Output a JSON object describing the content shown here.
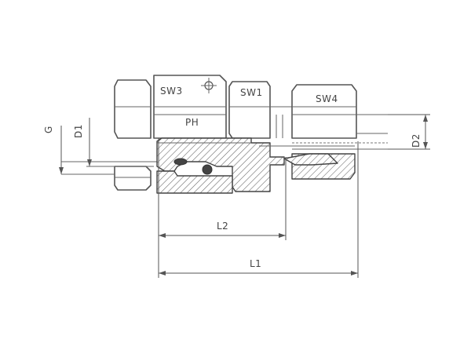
{
  "labels": {
    "sw3": "SW3",
    "sw1": "SW1",
    "sw4": "SW4",
    "ph": "PH",
    "g": "G",
    "d1": "D1",
    "d2": "D2",
    "l1": "L1",
    "l2": "L2"
  },
  "colors": {
    "line": "#555555",
    "hatch": "#666666",
    "background": "#ffffff"
  },
  "icons": {
    "crosshair": "crosshair-icon"
  }
}
